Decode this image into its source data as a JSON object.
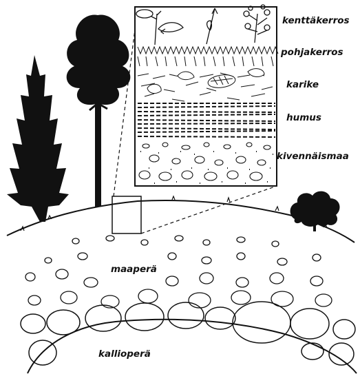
{
  "colors": {
    "ink": "#111111",
    "paper": "#ffffff"
  },
  "layers": {
    "field_layer": "kenttäkerros",
    "ground_layer": "pohjakerros",
    "litter": "karike",
    "humus": "humus",
    "mineral_soil": "kivennäismaa"
  },
  "ground": {
    "soil": "maaperä",
    "bedrock": "kallioperä"
  },
  "icons": {
    "spruce": "spruce-tree-icon",
    "pine": "pine-tree-icon",
    "bush": "bush-icon",
    "cone": "pine-cone-icon",
    "leaf": "leaf-icon"
  }
}
